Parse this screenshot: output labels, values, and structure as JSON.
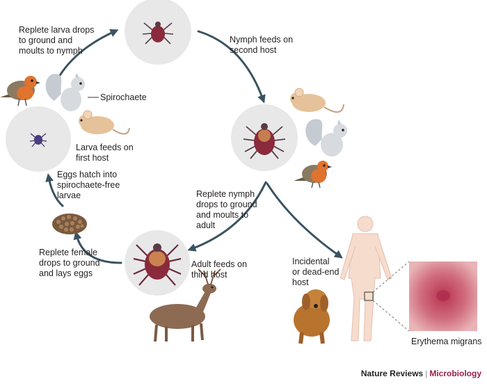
{
  "labels": {
    "replete_larva": "Replete larva drops\nto ground and\nmoults to nymph",
    "nymph_feeds": "Nymph feeds on\nsecond host",
    "spirochaete": "Spirochaete",
    "larva_feeds": "Larva feeds on\nfirst host",
    "eggs_hatch": "Eggs hatch into\nspirochaete-free\nlarvae",
    "replete_nymph": "Replete nymph\ndrops to ground\nand moults to\nadult",
    "replete_female": "Replete female\ndrops to ground\nand lays eggs",
    "adult_feeds": "Adult feeds on\nthird host",
    "incidental": "Incidental\nor dead-end\nhost",
    "erythema": "Erythema migrans"
  },
  "credit": {
    "journal": "Nature Reviews",
    "separator": "|",
    "section": "Microbiology"
  },
  "colors": {
    "circle": "#e8e8e9",
    "arrow": "#3a5360",
    "tick_body": "#8a2a3c",
    "tick_dots": "#d99a55",
    "human": "#f6dccd",
    "rash": "#c9546b",
    "deer": "#8d6a52",
    "dog": "#b8742e"
  }
}
